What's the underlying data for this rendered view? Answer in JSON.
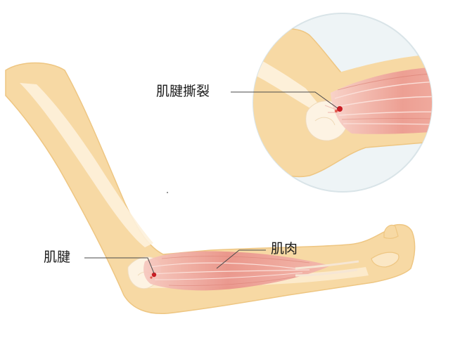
{
  "labels": {
    "tendon_tear": "肌腱撕裂",
    "tendon": "肌腱",
    "muscle": "肌肉"
  },
  "colors": {
    "skin": "#f7d9a4",
    "skin_edge": "#edc37b",
    "bone_highlight": "#fdf1dc",
    "muscle": "#eea59b",
    "muscle_dark": "#de7d73",
    "muscle_light": "#f8d0c8",
    "tear_mark": "#c91d24",
    "zoom_circle": "#eef4f6",
    "leader_line": "#4a4a4a"
  }
}
